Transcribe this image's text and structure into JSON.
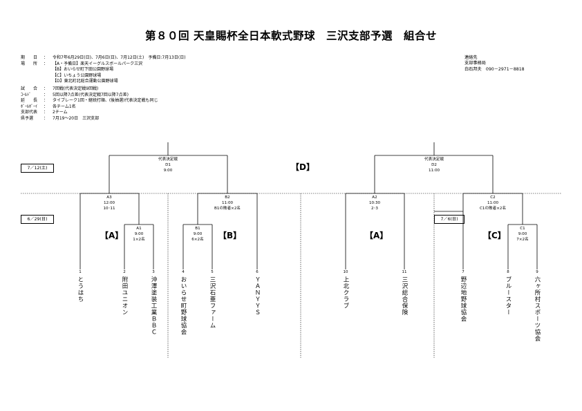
{
  "title": "第８０回 天皇賜杯全日本軟式野球　三沢支部予選　組合せ",
  "info": [
    {
      "k": "期　　日",
      "v": "令和7年6月29日(日)、7月6日(日)、7月12日(土)　予備日:7月13日(日)"
    },
    {
      "k": "場　　所",
      "v": "【A・予備日】楽天イーグルスボールパーク三沢"
    },
    {
      "k": "",
      "v": "【B】おいらせ町下田公園野球場"
    },
    {
      "k": "",
      "v": "【C】いちょう公園野球場"
    },
    {
      "k": "",
      "v": "【D】東北町北総合運動公園野球場"
    },
    {
      "k": "試　　合",
      "v": "7回戦(代表決定戦9回戦)"
    },
    {
      "k": "ｺｰﾙﾄﾞ",
      "v": "5回以降7点差(代表決定戦7回以降7点差)"
    },
    {
      "k": "延　　長",
      "v": "タイブレーク1回・継続打順、(後抽選)代表決定戦も同じ"
    },
    {
      "k": "ﾎﾞｰﾙﾎﾞｰｲ",
      "v": "各チーム1名"
    },
    {
      "k": "支部代表",
      "v": "2チーム"
    },
    {
      "k": "県予選",
      "v": "7月19～20日　三沢支部"
    }
  ],
  "contact": {
    "l1": "連絡先",
    "l2": "支部事務局",
    "l3": "白石邦夫　090－2971－8818"
  },
  "dates": {
    "d1": "7／12(土)",
    "d2": "6／29(日)",
    "d3": "7／6(日)"
  },
  "groups": {
    "D": "【D】",
    "A1": "【A】",
    "B": "【B】",
    "A2": "【A】",
    "C": "【C】"
  },
  "matches": {
    "D1": {
      "l1": "代表決定戦",
      "l2": "D1",
      "l3": "9:00"
    },
    "D2": {
      "l1": "代表決定戦",
      "l2": "D2",
      "l3": "11:00"
    },
    "A3": {
      "l1": "A3",
      "l2": "12:00",
      "l3": "10･11"
    },
    "A1": {
      "l1": "A1",
      "l2": "9:00",
      "l3": "1×2名"
    },
    "B2": {
      "l1": "B2",
      "l2": "11:00",
      "l3": "B1の敗者×2名"
    },
    "B1": {
      "l1": "B1",
      "l2": "9:00",
      "l3": "6×2名"
    },
    "A2": {
      "l1": "A2",
      "l2": "10:30",
      "l3": "2･3"
    },
    "C2": {
      "l1": "C2",
      "l2": "11:00",
      "l3": "C1の敗者×2名"
    },
    "C1": {
      "l1": "C1",
      "l2": "9:00",
      "l3": "7×2名"
    }
  },
  "teams": [
    {
      "n": "1",
      "name": "とうはち"
    },
    {
      "n": "2",
      "name": "附田ユニオン"
    },
    {
      "n": "3",
      "name": "沖澤塗装工業ＢＢＣ"
    },
    {
      "n": "4",
      "name": "おいらせ町野球協会"
    },
    {
      "n": "5",
      "name": "三沢石亜ファーム"
    },
    {
      "n": "6",
      "name": "ＹＡＮＹＹＳ"
    },
    {
      "n": "10",
      "name": "上北クラブ"
    },
    {
      "n": "11",
      "name": "三沢総合保険"
    },
    {
      "n": "7",
      "name": "野辺地野球協会"
    },
    {
      "n": "8",
      "name": "ブルースター"
    },
    {
      "n": "9",
      "name": "六ヶ所村スポーツ協会"
    }
  ]
}
